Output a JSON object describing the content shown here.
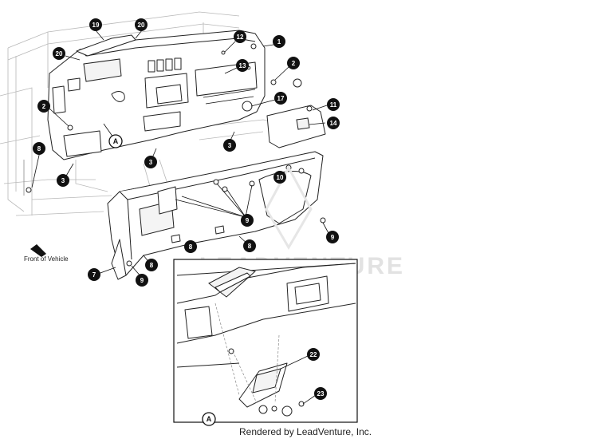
{
  "diagram": {
    "callouts": [
      {
        "id": "c19",
        "label": "19"
      },
      {
        "id": "c20a",
        "label": "20"
      },
      {
        "id": "c20b",
        "label": "20"
      },
      {
        "id": "c12",
        "label": "12"
      },
      {
        "id": "c1",
        "label": "1"
      },
      {
        "id": "c2a",
        "label": "2"
      },
      {
        "id": "c13",
        "label": "13"
      },
      {
        "id": "c17",
        "label": "17"
      },
      {
        "id": "c11",
        "label": "11"
      },
      {
        "id": "c14",
        "label": "14"
      },
      {
        "id": "c2b",
        "label": "2"
      },
      {
        "id": "c3a",
        "label": "3"
      },
      {
        "id": "c3b",
        "label": "3"
      },
      {
        "id": "c3c",
        "label": "3"
      },
      {
        "id": "c8a",
        "label": "8"
      },
      {
        "id": "c10",
        "label": "10"
      },
      {
        "id": "c9a",
        "label": "9"
      },
      {
        "id": "c9b",
        "label": "9"
      },
      {
        "id": "c8b",
        "label": "8"
      },
      {
        "id": "c8c",
        "label": "8"
      },
      {
        "id": "c8d",
        "label": "8"
      },
      {
        "id": "c7",
        "label": "7"
      },
      {
        "id": "c9c",
        "label": "9"
      },
      {
        "id": "c22",
        "label": "22"
      },
      {
        "id": "c23",
        "label": "23"
      }
    ],
    "reference_a": "A",
    "inset_reference_a": "A",
    "front_label": "Front of Vehicle",
    "watermark": "LEADVENTURE",
    "footer": "Rendered by LeadVenture, Inc."
  }
}
